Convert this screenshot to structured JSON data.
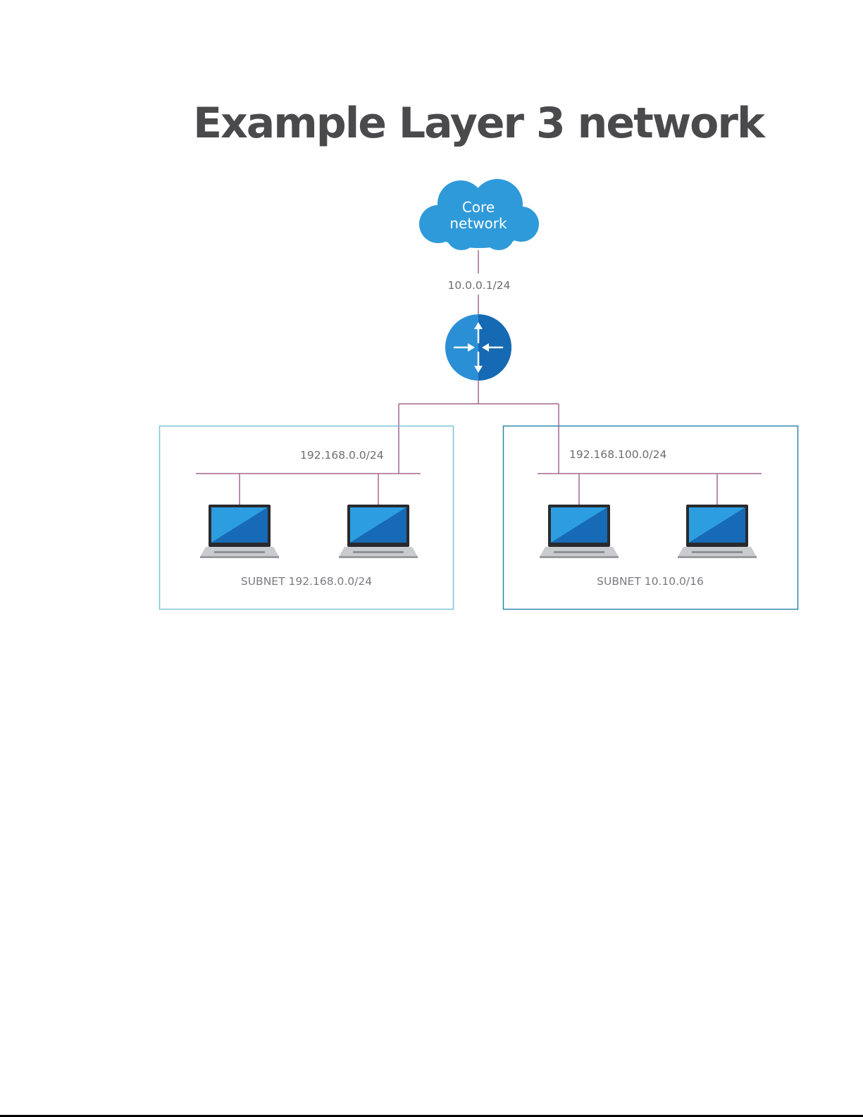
{
  "title": "Example Layer 3 network",
  "core": {
    "label_line1": "Core",
    "label_line2": "network",
    "uplink_ip": "10.0.0.1/24"
  },
  "subnets": [
    {
      "network_label": "192.168.0.0/24",
      "caption": "SUBNET 192.168.0.0/24",
      "hosts": 2
    },
    {
      "network_label": "192.168.100.0/24",
      "caption": "SUBNET 10.10.0/16",
      "hosts": 2
    }
  ],
  "colors": {
    "title": "#4a4a4d",
    "cloud": "#2e9ad9",
    "router_light": "#2b8fd6",
    "router_dark": "#1669b3",
    "link": "#a5678e",
    "box_left": "#7cc2d9",
    "box_right": "#2f86a8",
    "laptop_screen_light": "#2c9ee0",
    "laptop_screen_dark": "#176ab5",
    "laptop_body": "#c9cbcf"
  },
  "icons": {
    "cloud": "cloud-icon",
    "router": "router-icon",
    "host": "laptop-icon"
  }
}
